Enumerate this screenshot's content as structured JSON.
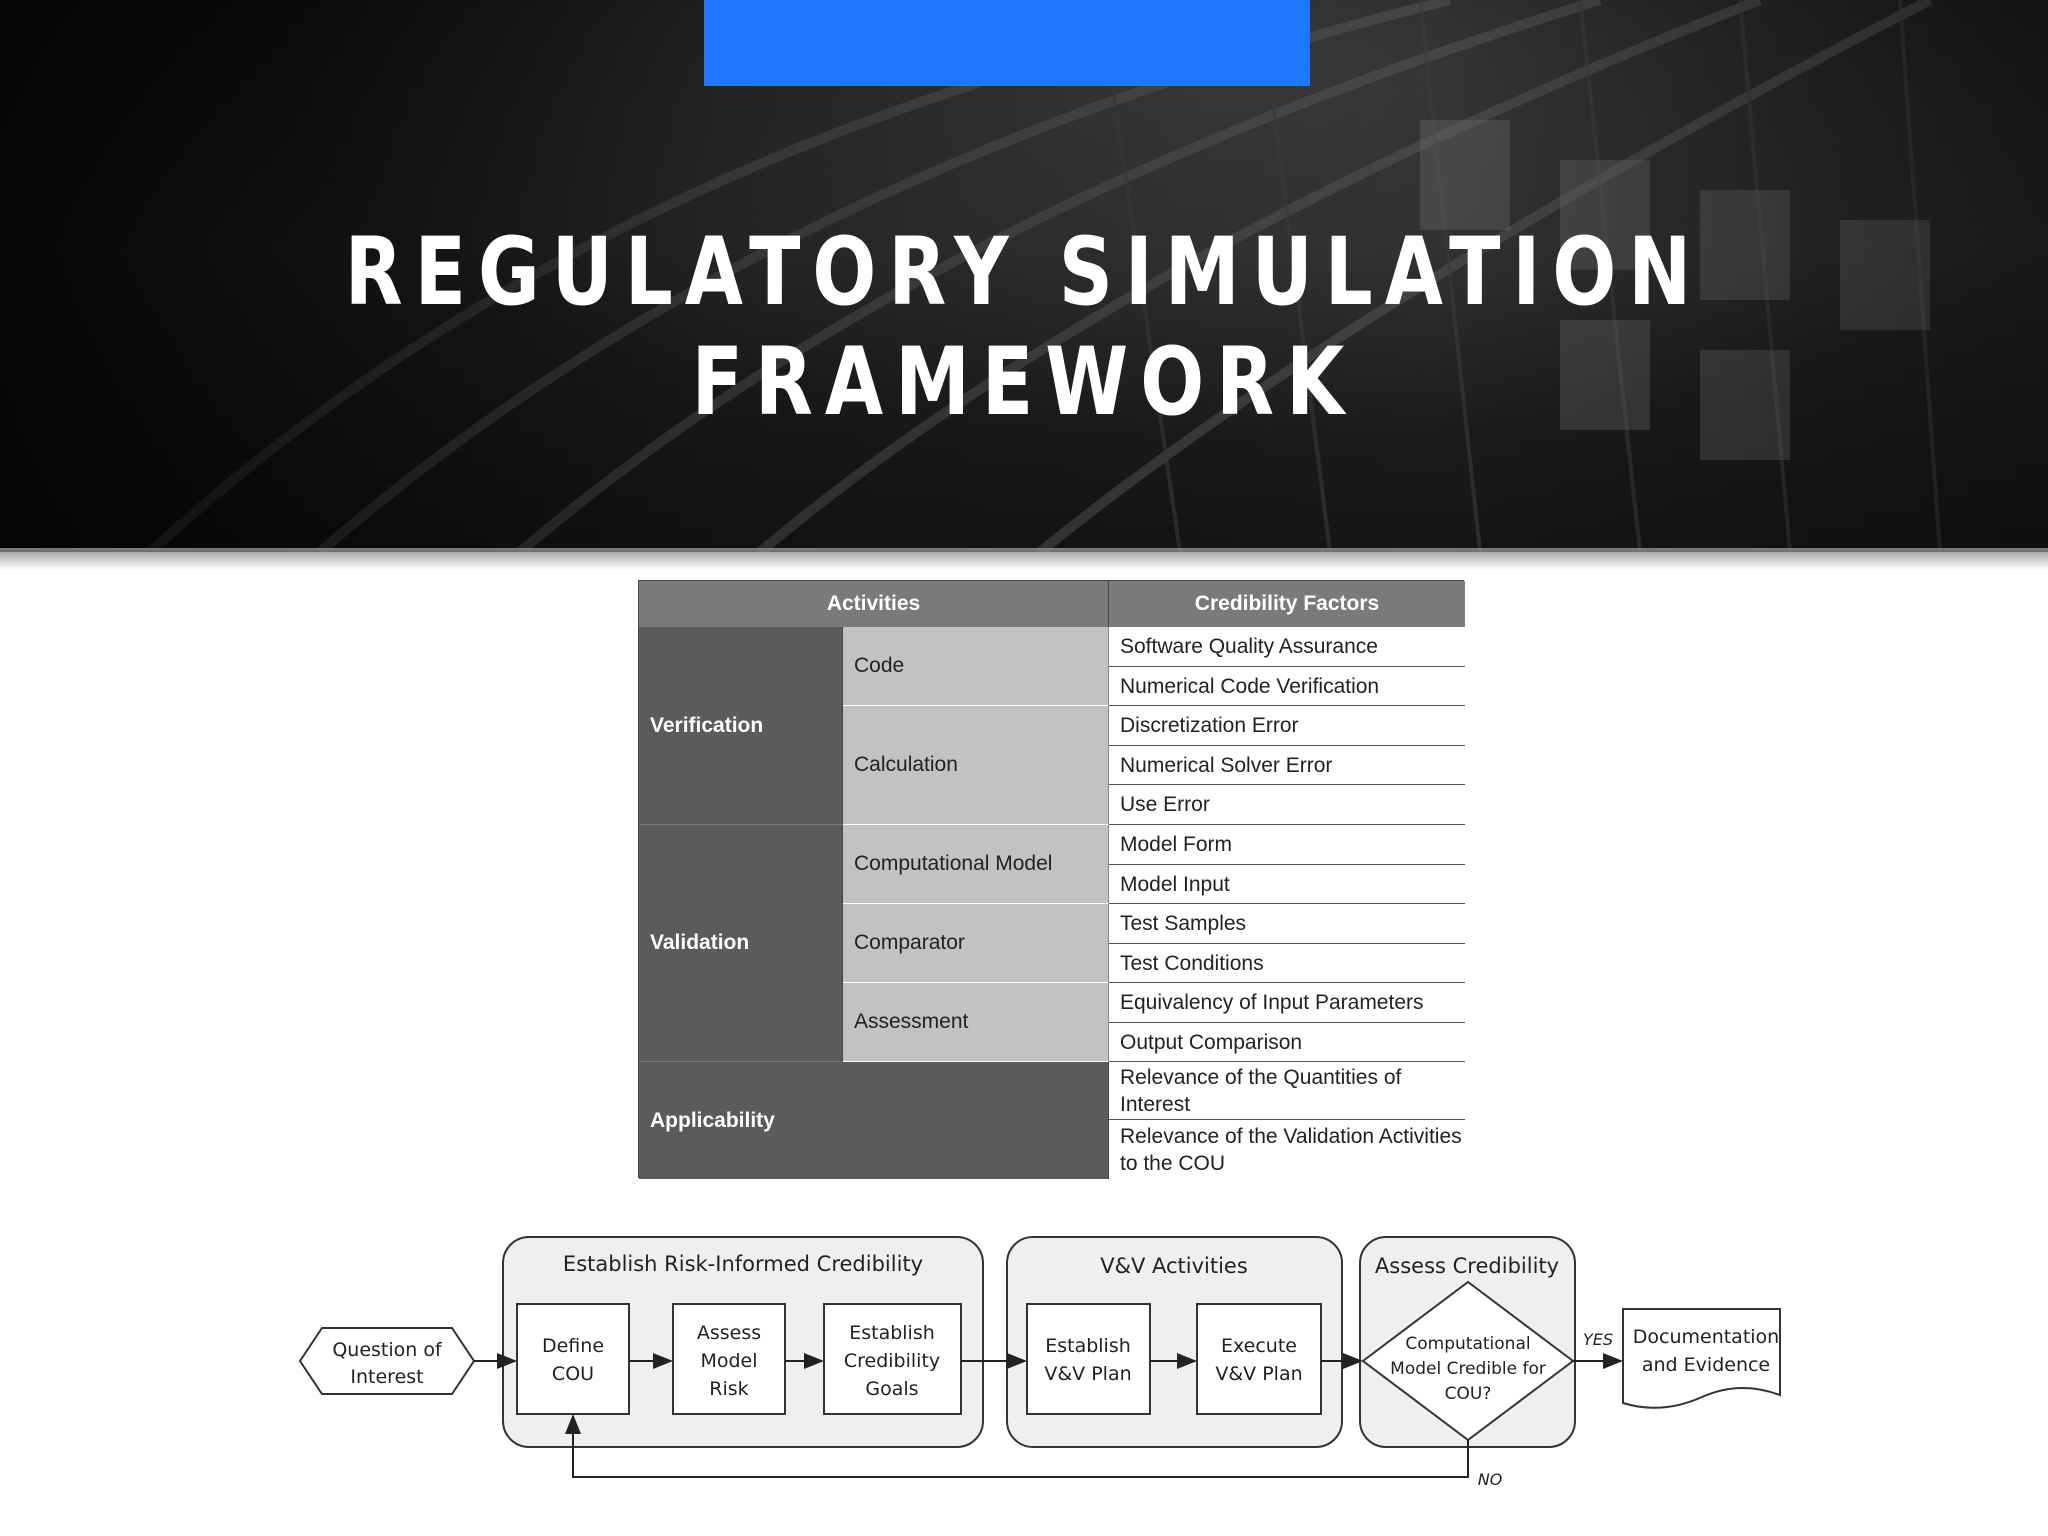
{
  "header": {
    "title": "REGULATORY SIMULATION FRAMEWORK",
    "accent_color": "#1e78ff"
  },
  "table": {
    "headers": {
      "activities": "Activities",
      "credibility_factors": "Credibility Factors"
    },
    "groups": {
      "verification": "Verification",
      "validation": "Validation",
      "applicability": "Applicability"
    },
    "subgroups": {
      "code": "Code",
      "calculation": "Calculation",
      "computational_model": "Computational Model",
      "comparator": "Comparator",
      "assessment": "Assessment"
    },
    "factors": [
      "Software Quality Assurance",
      "Numerical Code Verification",
      "Discretization Error",
      "Numerical Solver Error",
      "Use Error",
      "Model Form",
      "Model Input",
      "Test Samples",
      "Test Conditions",
      "Equivalency of Input Parameters",
      "Output Comparison",
      "Relevance of the Quantities of Interest",
      "Relevance of the Validation Activities to the COU"
    ]
  },
  "flow": {
    "start": [
      "Question of",
      "Interest"
    ],
    "stage1_title": "Establish Risk-Informed Credibility",
    "define_cou": [
      "Define",
      "COU"
    ],
    "assess_risk": [
      "Assess",
      "Model",
      "Risk"
    ],
    "establish_goals": [
      "Establish",
      "Credibility",
      "Goals"
    ],
    "stage2_title": "V&V Activities",
    "establish_plan": [
      "Establish",
      "V&V Plan"
    ],
    "execute_plan": [
      "Execute",
      "V&V Plan"
    ],
    "stage3_title": "Assess Credibility",
    "decision": [
      "Computational",
      "Model Credible for",
      "COU?"
    ],
    "yes": "YES",
    "no": "NO",
    "end": [
      "Documentation",
      "and Evidence"
    ]
  }
}
